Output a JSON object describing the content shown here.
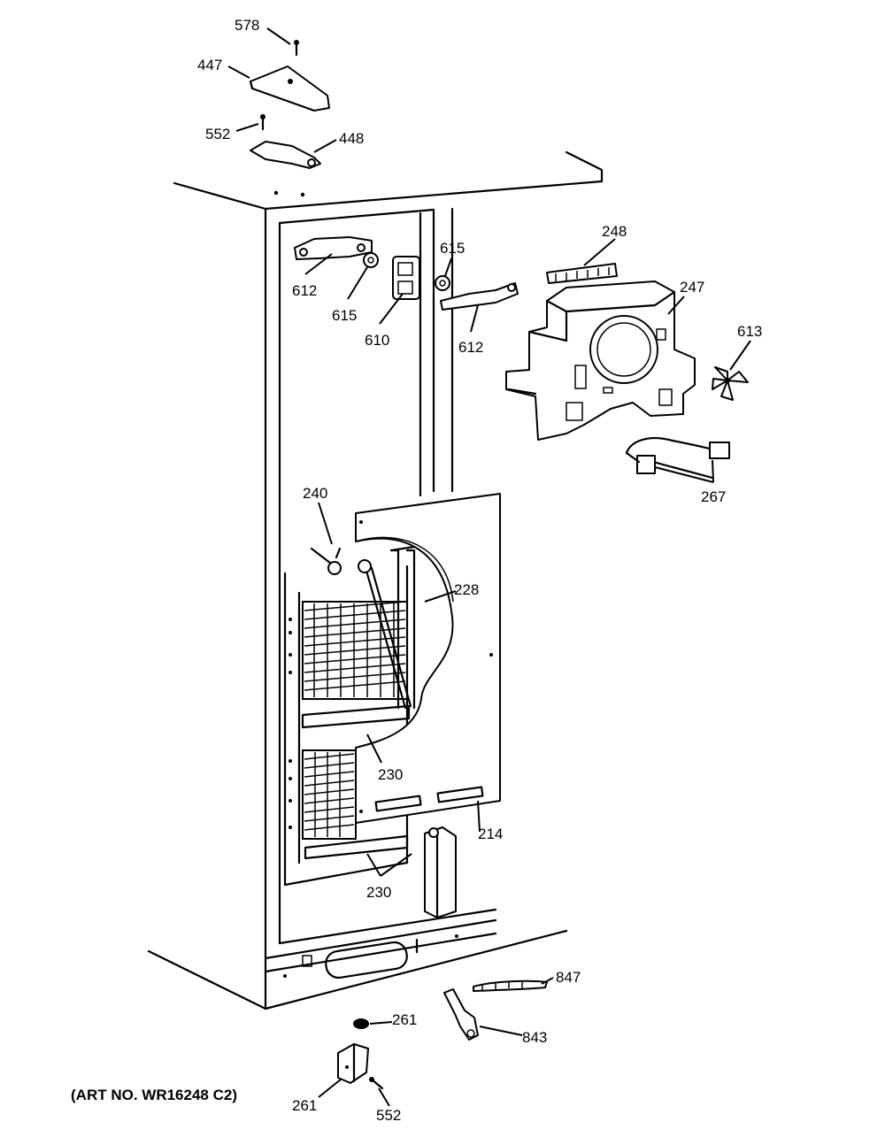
{
  "callouts": [
    "578",
    "447",
    "552",
    "448",
    "612",
    "615",
    "610",
    "615",
    "612",
    "248",
    "247",
    "613",
    "267",
    "240",
    "228",
    "230",
    "214",
    "230",
    "847",
    "843",
    "261",
    "261",
    "552"
  ],
  "art_number": "(ART NO. WR16248 C2)"
}
